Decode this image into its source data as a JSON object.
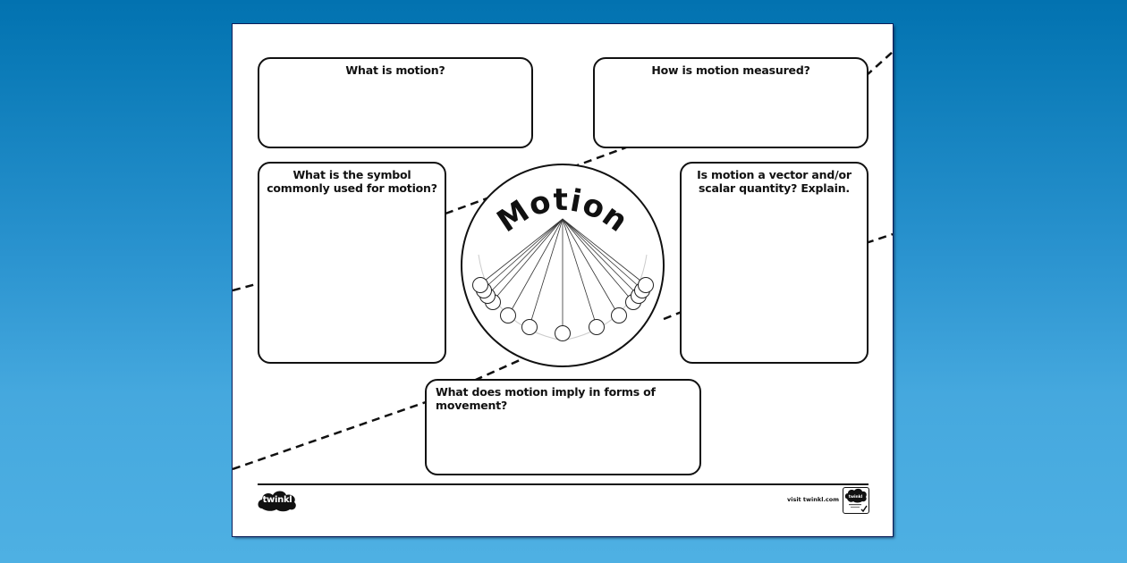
{
  "colors": {
    "background_top": "#0272b0",
    "background_bottom": "#4eb0e3",
    "page": "#ffffff",
    "ink": "#111111"
  },
  "worksheet": {
    "title": "Motion",
    "questions": [
      {
        "id": "what-is-motion",
        "text": "What is motion?"
      },
      {
        "id": "how-measured",
        "text": "How is motion measured?"
      },
      {
        "id": "symbol",
        "text": "What is the symbol commonly used for motion?"
      },
      {
        "id": "vector-scalar",
        "text": "Is motion a vector and/or scalar quantity? Explain."
      },
      {
        "id": "implies-movement",
        "text": "What does motion imply in forms of movement?"
      }
    ],
    "center_icon": "pendulum-icon"
  },
  "footer": {
    "logo_text": "twinkl",
    "visit_text": "visit twinkl.com",
    "badge_text": "twinkl",
    "badge_icon": "quality-standard-badge-icon"
  }
}
